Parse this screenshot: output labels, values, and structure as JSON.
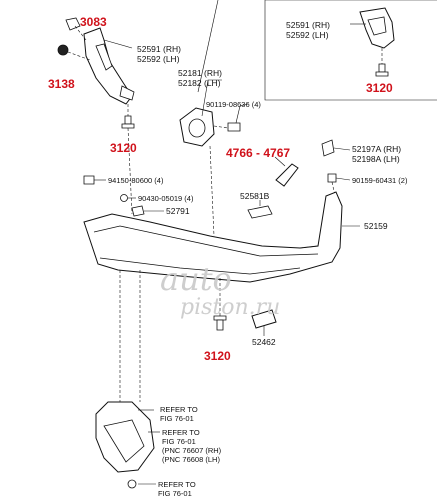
{
  "callouts": {
    "c3083": "3083",
    "c3138": "3138",
    "c3120_left": "3120",
    "c3120_inset": "3120",
    "c3120_bottom": "3120",
    "c4766": "4766 - 4767"
  },
  "labels": {
    "l52591_top": "52591 (RH)",
    "l52592_top": "52592 (LH)",
    "l52591_inset": "52591 (RH)",
    "l52592_inset": "52592 (LH)",
    "l52181": "52181 (RH)",
    "l52182": "52182 (LH)",
    "l90119": "90119-08636 (4)",
    "l52197A": "52197A (RH)",
    "l52198A": "52198A (LH)",
    "l90159": "90159-60431 (2)",
    "l94150": "94150-80600 (4)",
    "l90430": "90430-05019 (4)",
    "l52791": "52791",
    "l52581B": "52581B",
    "l52159": "52159",
    "l52462": "52462"
  },
  "refer": {
    "r1_line1": "REFER TO",
    "r1_line2": "FIG 76-01",
    "r2_line1": "REFER TO",
    "r2_line2": "FIG 76-01",
    "r2_line3": "(PNC 76607 (RH)",
    "r2_line4": "(PNC 76608 (LH)",
    "r3_line1": "REFER TO",
    "r3_line2": "FIG 76-01"
  },
  "watermark": {
    "line1": "auto",
    "line2": "piston.ru"
  },
  "colors": {
    "callout_red": "#d0121b",
    "line": "#111111",
    "watermark": "#c9c9c9"
  }
}
